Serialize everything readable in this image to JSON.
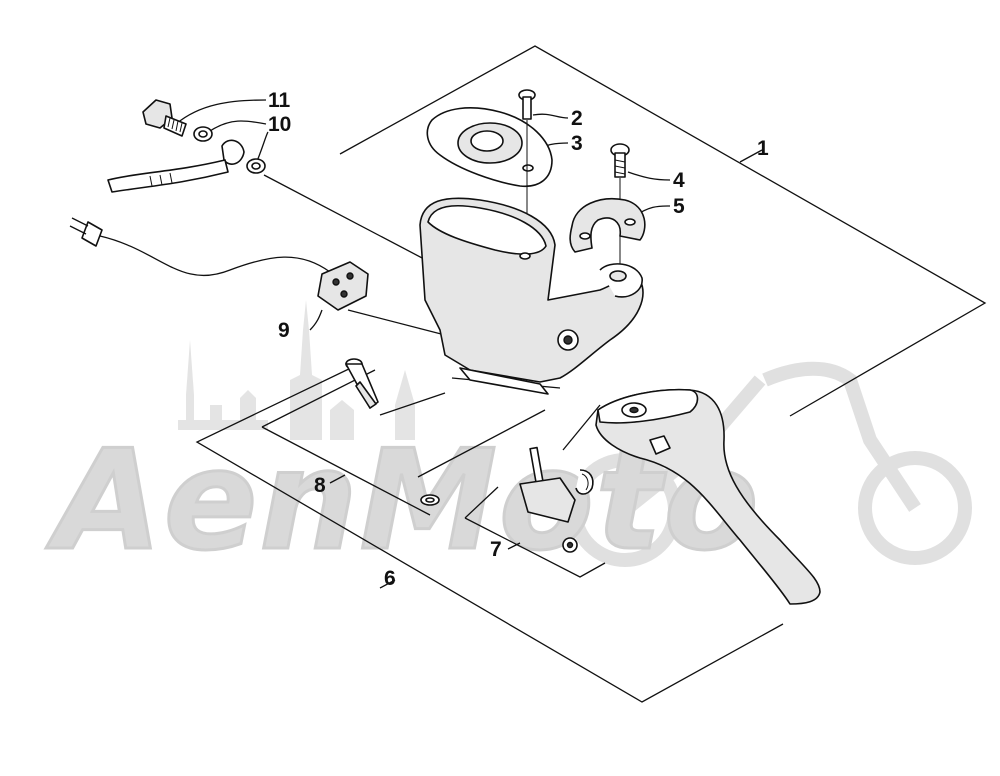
{
  "diagram": {
    "watermark": {
      "text": "AenMoto",
      "color": "#d9d9d9"
    },
    "callouts": [
      {
        "id": "1",
        "label": "1"
      },
      {
        "id": "2",
        "label": "2"
      },
      {
        "id": "3",
        "label": "3"
      },
      {
        "id": "4",
        "label": "4"
      },
      {
        "id": "5",
        "label": "5"
      },
      {
        "id": "6",
        "label": "6"
      },
      {
        "id": "7",
        "label": "7"
      },
      {
        "id": "8",
        "label": "8"
      },
      {
        "id": "9",
        "label": "9"
      },
      {
        "id": "10",
        "label": "10"
      },
      {
        "id": "11",
        "label": "11"
      }
    ],
    "colors": {
      "line": "#111111",
      "part_fill": "#ffffff",
      "shade": "#e6e6e6",
      "watermark": "#d9d9d9"
    }
  }
}
